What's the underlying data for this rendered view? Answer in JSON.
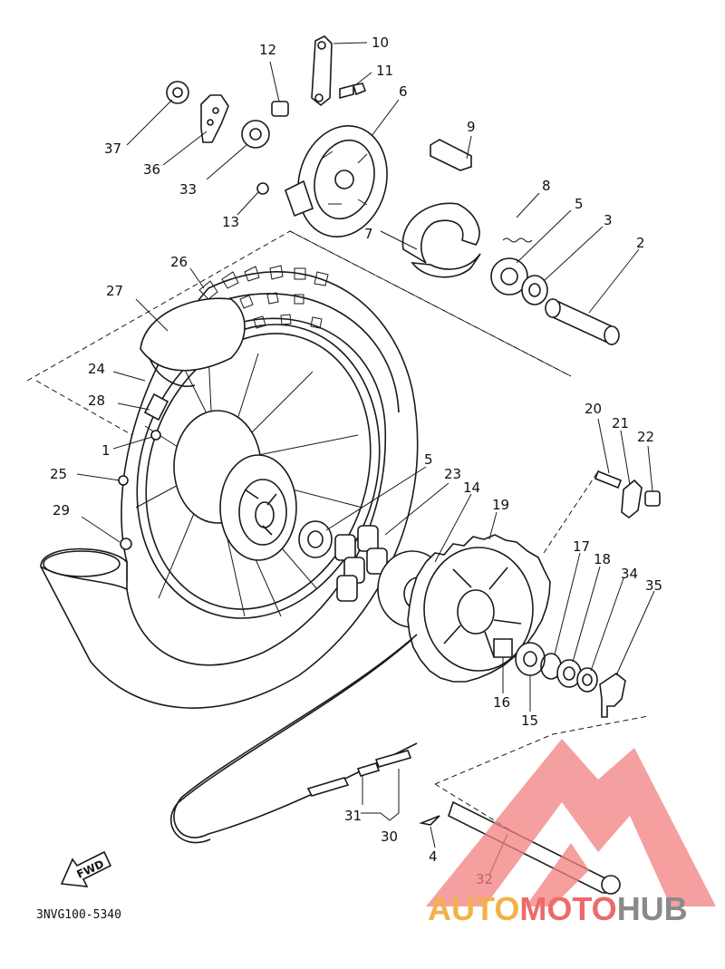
{
  "diagram": {
    "drawing_code": "3NVG100-5340",
    "fwd_label": "FWD",
    "callouts": [
      {
        "id": "c1",
        "label": "1"
      },
      {
        "id": "c2",
        "label": "2"
      },
      {
        "id": "c3",
        "label": "3"
      },
      {
        "id": "c4",
        "label": "4"
      },
      {
        "id": "c5a",
        "label": "5"
      },
      {
        "id": "c5b",
        "label": "5"
      },
      {
        "id": "c6",
        "label": "6"
      },
      {
        "id": "c7",
        "label": "7"
      },
      {
        "id": "c8",
        "label": "8"
      },
      {
        "id": "c9",
        "label": "9"
      },
      {
        "id": "c10",
        "label": "10"
      },
      {
        "id": "c11",
        "label": "11"
      },
      {
        "id": "c12",
        "label": "12"
      },
      {
        "id": "c13",
        "label": "13"
      },
      {
        "id": "c14",
        "label": "14"
      },
      {
        "id": "c15",
        "label": "15"
      },
      {
        "id": "c16",
        "label": "16"
      },
      {
        "id": "c17",
        "label": "17"
      },
      {
        "id": "c18",
        "label": "18"
      },
      {
        "id": "c19",
        "label": "19"
      },
      {
        "id": "c20",
        "label": "20"
      },
      {
        "id": "c21",
        "label": "21"
      },
      {
        "id": "c22",
        "label": "22"
      },
      {
        "id": "c23",
        "label": "23"
      },
      {
        "id": "c24",
        "label": "24"
      },
      {
        "id": "c25",
        "label": "25"
      },
      {
        "id": "c26",
        "label": "26"
      },
      {
        "id": "c27",
        "label": "27"
      },
      {
        "id": "c28",
        "label": "28"
      },
      {
        "id": "c29",
        "label": "29"
      },
      {
        "id": "c30",
        "label": "30"
      },
      {
        "id": "c31",
        "label": "31"
      },
      {
        "id": "c32",
        "label": "32"
      },
      {
        "id": "c33",
        "label": "33"
      },
      {
        "id": "c34",
        "label": "34"
      },
      {
        "id": "c35",
        "label": "35"
      },
      {
        "id": "c36",
        "label": "36"
      },
      {
        "id": "c37",
        "label": "37"
      }
    ]
  },
  "watermark": {
    "part1": "AUTO",
    "part2": "MOTO",
    "part3": "HUB",
    "colors": {
      "auto": "#f2b24a",
      "moto": "#ee6a6a",
      "hub": "#8a8a8a",
      "logo": "#f28080"
    }
  }
}
